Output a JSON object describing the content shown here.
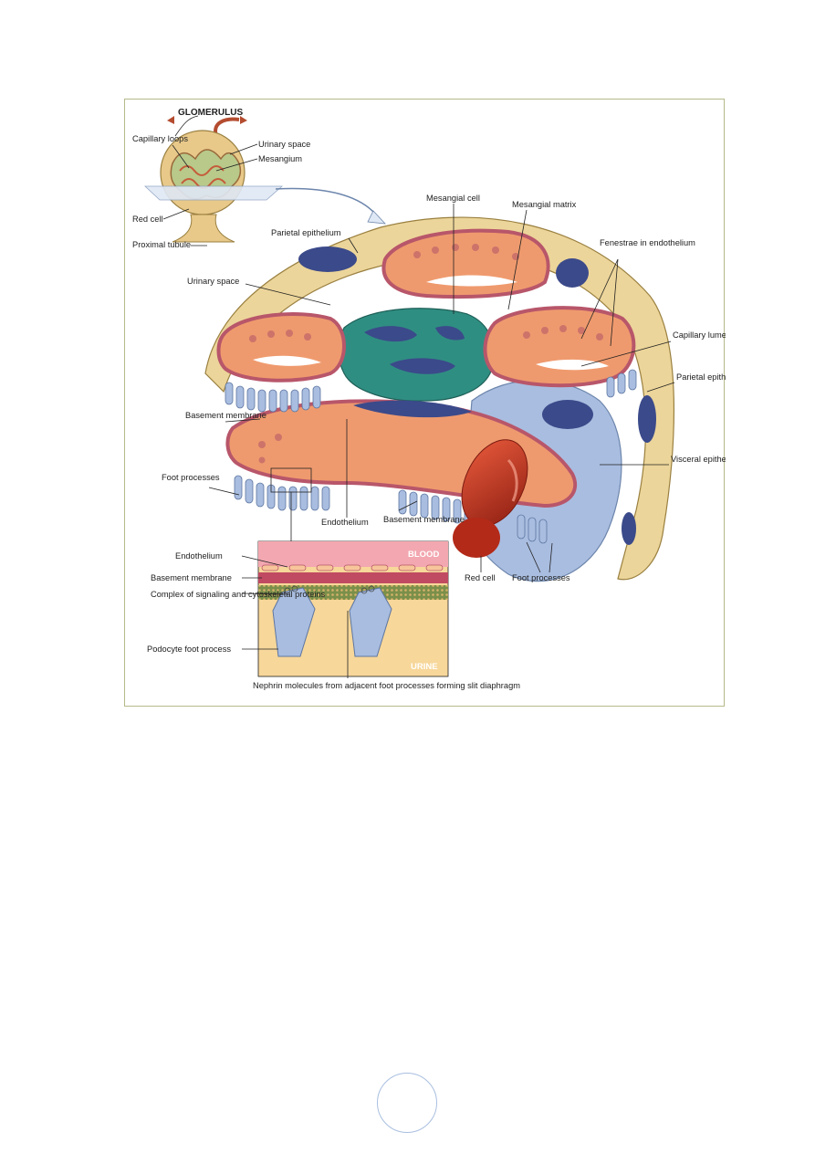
{
  "overview": {
    "title": "GLOMERULUS",
    "capillary_loops": "Capillary loops",
    "urinary_space": "Urinary space",
    "mesangium": "Mesangium",
    "red_cell": "Red cell",
    "proximal_tubule": "Proximal tubule"
  },
  "main": {
    "mesangial_cell": "Mesangial cell",
    "mesangial_matrix": "Mesangial matrix",
    "parietal_epithelium_top": "Parietal epithelium",
    "fenestrae": "Fenestrae in endothelium",
    "urinary_space": "Urinary space",
    "capillary_lumen": "Capillary lumen",
    "parietal_epithelium_right": "Parietal epithelium",
    "basement_membrane_left": "Basement membrane",
    "visceral_epithelium": "Visceral epithelium (podocytes)",
    "foot_processes_left": "Foot processes",
    "endothelium": "Endothelium",
    "basement_membrane_bottom": "Basement membrane",
    "red_cell": "Red cell",
    "foot_processes_bottom": "Foot processes"
  },
  "inset": {
    "endothelium": "Endothelium",
    "basement_membrane": "Basement membrane",
    "complex": "Complex of signaling and cytoskeletal proteins",
    "podocyte_foot": "Podocyte foot process",
    "nephrin": "Nephrin molecules from adjacent foot processes forming slit diaphragm",
    "blood_tag": "BLOOD",
    "urine_tag": "URINE"
  },
  "colors": {
    "frame": "#b6b98a",
    "capsule": "#ecd59a",
    "endothelium": "#ef9a6e",
    "basement": "#b8566a",
    "mesangium": "#2f8e82",
    "nucleus": "#3b4a8a",
    "podocyte": "#a9bde0",
    "red_cell": "#c8321e",
    "blood": "#f3a7b0",
    "urine": "#f7d79a"
  }
}
